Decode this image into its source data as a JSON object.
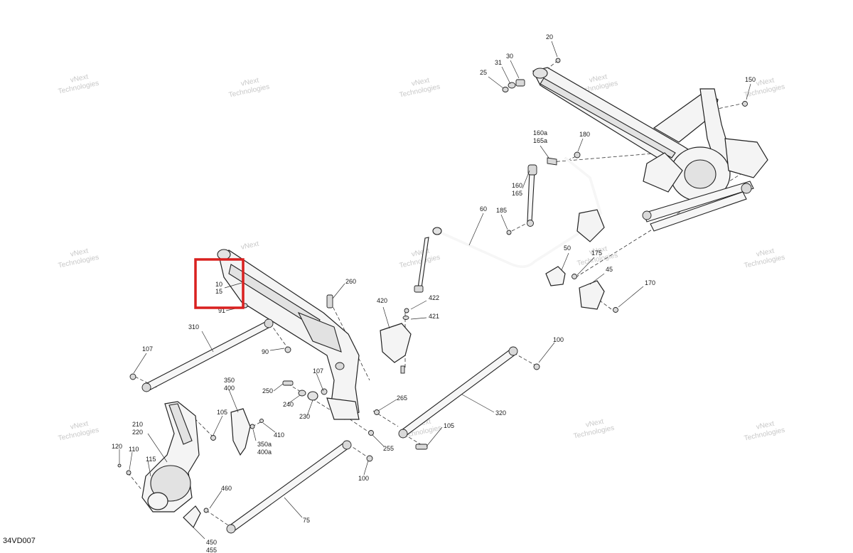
{
  "diagram_code": "34VD007",
  "watermark": {
    "line1": "vNext",
    "line2": "Technologies",
    "single": "vNext Technologies"
  },
  "callouts": {
    "c20": "20",
    "c30": "30",
    "c31": "31",
    "c25": "25",
    "c150": "150",
    "c160a": "160a",
    "c165a": "165a",
    "c180": "180",
    "c160": "160",
    "c165": "165",
    "c185": "185",
    "c60": "60",
    "c50": "50",
    "c175": "175",
    "c45": "45",
    "c170": "170",
    "c10": "10",
    "c15": "15",
    "c91": "91",
    "c260": "260",
    "c420": "420",
    "c422": "422",
    "c421": "421",
    "c310": "310",
    "c107a": "107",
    "c90": "90",
    "c107b": "107",
    "c100a": "100",
    "c350": "350",
    "c400": "400",
    "c250": "250",
    "c240": "240",
    "c230": "230",
    "c265": "265",
    "c320": "320",
    "c210": "210",
    "c220": "220",
    "c105a": "105",
    "c350a": "350a",
    "c400a": "400a",
    "c410": "410",
    "c105b": "105",
    "c255": "255",
    "c120": "120",
    "c110": "110",
    "c115": "115",
    "c100b": "100",
    "c460": "460",
    "c75": "75",
    "c450": "450",
    "c455": "455"
  },
  "highlight_color": "#d9201f"
}
